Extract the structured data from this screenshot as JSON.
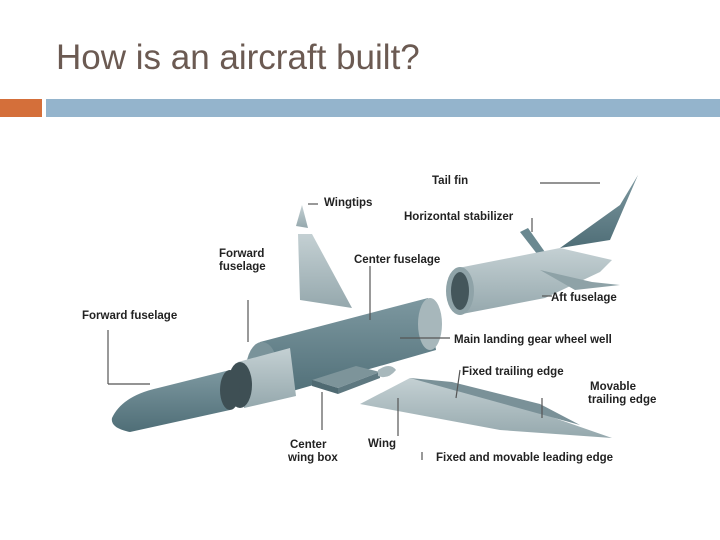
{
  "slide": {
    "title": "How is an aircraft built?"
  },
  "colors": {
    "accent_orange": "#d46f3a",
    "accent_blue": "#94b4cc",
    "panel_dark": "#5f7f88",
    "panel_light": "#a9b9bd",
    "title_color": "#6b5a52"
  },
  "labels": {
    "tail_fin": "Tail fin",
    "wingtips": "Wingtips",
    "horizontal_stabilizer": "Horizontal stabilizer",
    "forward_fuselage_upper_1": "Forward",
    "forward_fuselage_upper_2": "fuselage",
    "center_fuselage": "Center fuselage",
    "aft_fuselage": "Aft fuselage",
    "forward_fuselage": "Forward fuselage",
    "main_landing_gear": "Main landing gear wheel well",
    "fixed_trailing_edge": "Fixed trailing edge",
    "movable_trailing_edge_1": "Movable",
    "movable_trailing_edge_2": "trailing edge",
    "center_wing_box_1": "Center",
    "center_wing_box_2": "wing box",
    "wing": "Wing",
    "leading_edge": "Fixed and movable leading edge"
  }
}
